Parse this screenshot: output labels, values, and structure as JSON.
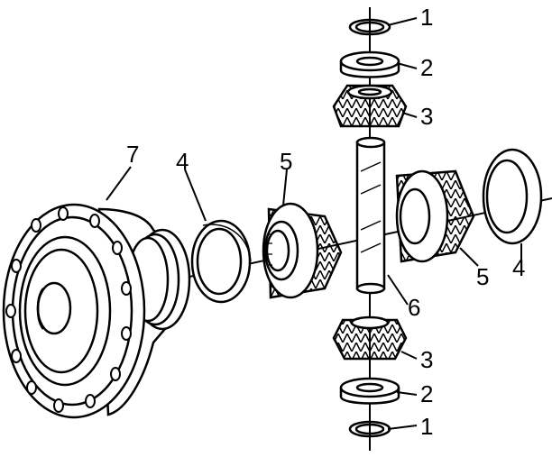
{
  "callouts": {
    "n1_top": "1",
    "n2_top": "2",
    "n3_top": "3",
    "n4_left": "4",
    "n5_left": "5",
    "n7": "7",
    "n6": "6",
    "n5_right": "5",
    "n4_right": "4",
    "n3_bottom": "3",
    "n2_bottom": "2",
    "n1_bottom": "1"
  }
}
